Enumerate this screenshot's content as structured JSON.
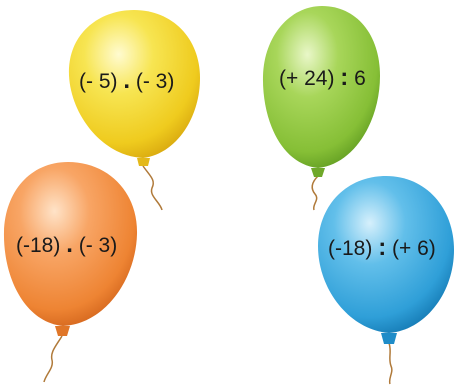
{
  "balloons": {
    "yellow": {
      "left": "(- 5)",
      "op": ".",
      "right": "(- 3)",
      "color": "#F4D92E"
    },
    "green": {
      "left": "(+ 24)",
      "op": ":",
      "right": "6",
      "color": "#8CC63F"
    },
    "orange": {
      "left": "(-18)",
      "op": ".",
      "right": "(- 3)",
      "color": "#F08A3A"
    },
    "blue": {
      "left": "(-18)",
      "op": ":",
      "right": "(+ 6)",
      "color": "#3AA7DD"
    }
  },
  "string_color": "#B07A3A"
}
